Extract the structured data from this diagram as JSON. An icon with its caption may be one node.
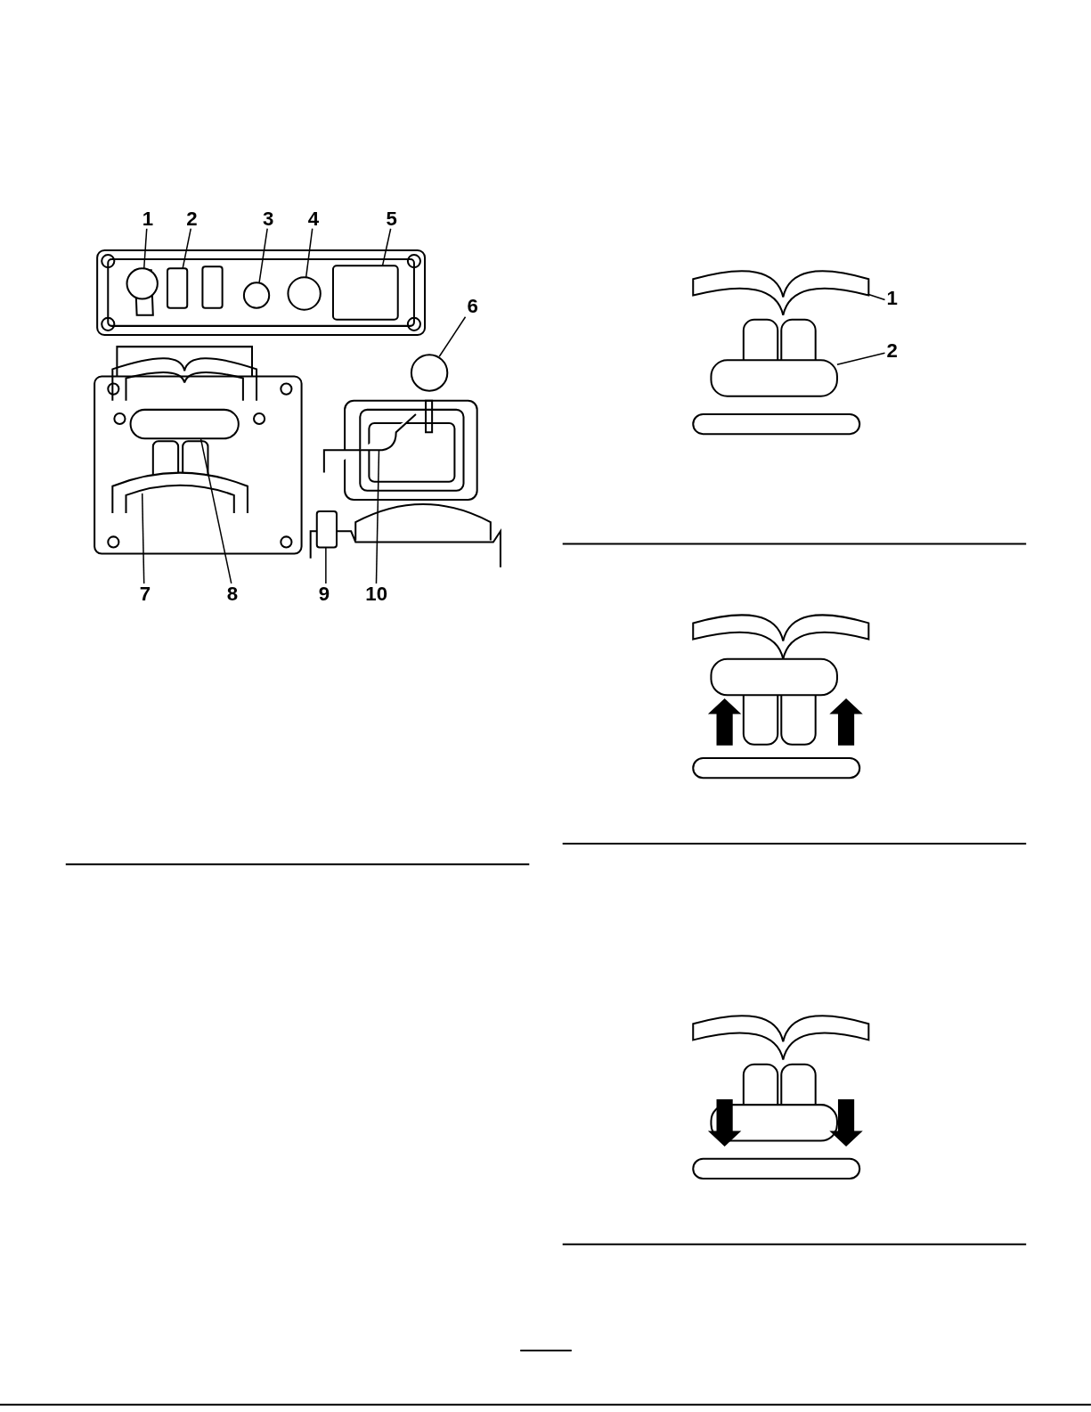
{
  "diagram": {
    "nodes": [
      {
        "text": [
          "1"
        ]
      },
      {
        "text": [
          "2"
        ]
      },
      {
        "text": [
          "3"
        ]
      },
      {
        "text": [
          "4"
        ]
      },
      {
        "text": [
          "5"
        ]
      },
      {
        "text": [
          "6"
        ]
      },
      {
        "text": [
          "7"
        ]
      },
      {
        "text": [
          "8"
        ]
      },
      {
        "text": [
          "9"
        ]
      },
      {
        "text": [
          "10"
        ]
      },
      {
        "text": [
          "1"
        ]
      },
      {
        "text": [
          "2"
        ]
      },
      {
        "text": [],
        "shape": "circle"
      },
      {
        "text": [],
        "shape": "box"
      },
      {
        "text": [],
        "shape": "circle"
      },
      {
        "text": [],
        "shape": "circle"
      },
      {
        "text": [],
        "shape": "box"
      },
      {
        "text": [],
        "shape": "circle"
      },
      {
        "text": [],
        "shape": "bar"
      },
      {
        "text": [],
        "shape": "bar"
      },
      {
        "text": [],
        "shape": "box"
      },
      {
        "text": [],
        "shape": "bar"
      },
      {
        "text": [],
        "shape": "bar"
      },
      {
        "text": [],
        "shape": "bar"
      }
    ],
    "edges": [
      {
        "from": 0,
        "to": 12,
        "arrow": "none"
      },
      {
        "from": 1,
        "to": 13,
        "arrow": "none"
      },
      {
        "from": 2,
        "to": 14,
        "arrow": "none"
      },
      {
        "from": 3,
        "to": 15,
        "arrow": "none"
      },
      {
        "from": 4,
        "to": 16,
        "arrow": "none"
      },
      {
        "from": 5,
        "to": 17,
        "arrow": "none"
      },
      {
        "from": 6,
        "to": 18,
        "arrow": "none"
      },
      {
        "from": 7,
        "to": 19,
        "arrow": "none"
      },
      {
        "from": 8,
        "to": 20,
        "arrow": "none"
      },
      {
        "from": 9,
        "to": 21,
        "arrow": "none"
      },
      {
        "from": 10,
        "to": 22,
        "arrow": "none"
      },
      {
        "from": 11,
        "to": 23,
        "arrow": "none"
      }
    ]
  }
}
